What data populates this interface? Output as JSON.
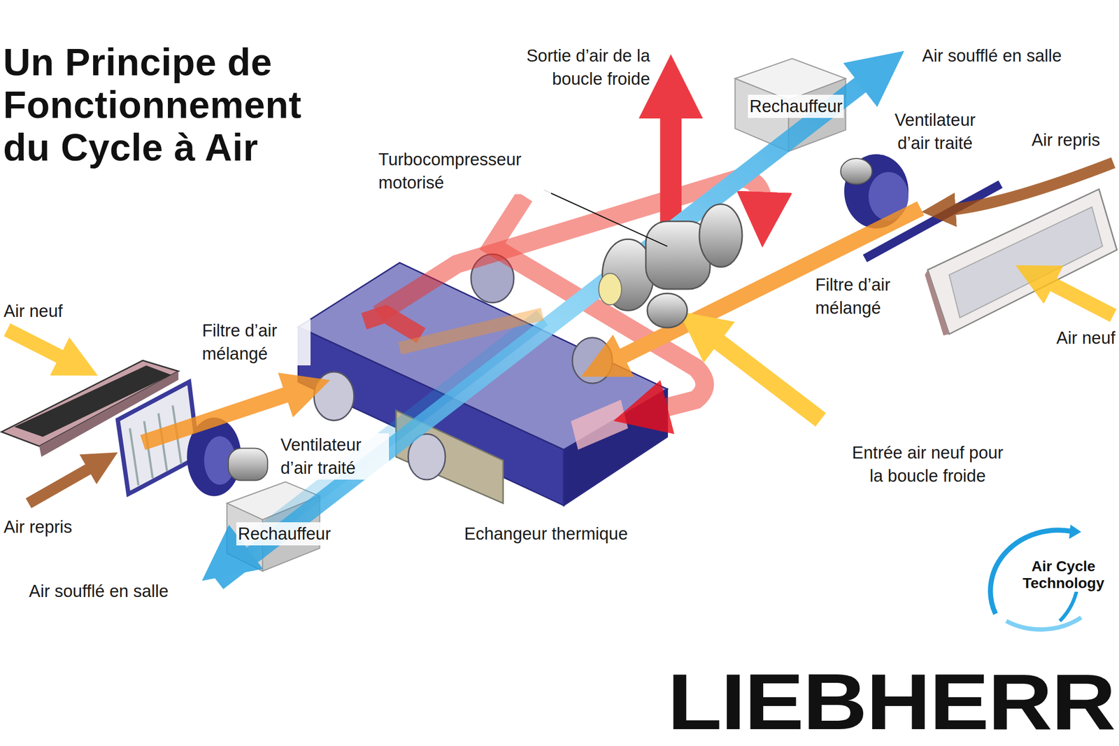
{
  "diagram": {
    "title": "Un Principe de Fonctionnement du Cycle à Air",
    "labels": [
      "Sortie d’air de la boucle froide",
      "Air soufflé en salle",
      "Rechauffeur",
      "Ventilateur d’air traité",
      "Air repris",
      "Turbocompresseur motorisé",
      "Filtre d’air mélangé",
      "Air neuf",
      "Filtre d’air mélangé",
      "Air neuf",
      "Ventilateur d’air traité",
      "Entrée air neuf pour la boucle froide",
      "Air repris",
      "Rechauffeur",
      "Echangeur thermique",
      "Air soufflé en salle",
      "Air Cycle Technology",
      "LIEBHERR"
    ]
  }
}
